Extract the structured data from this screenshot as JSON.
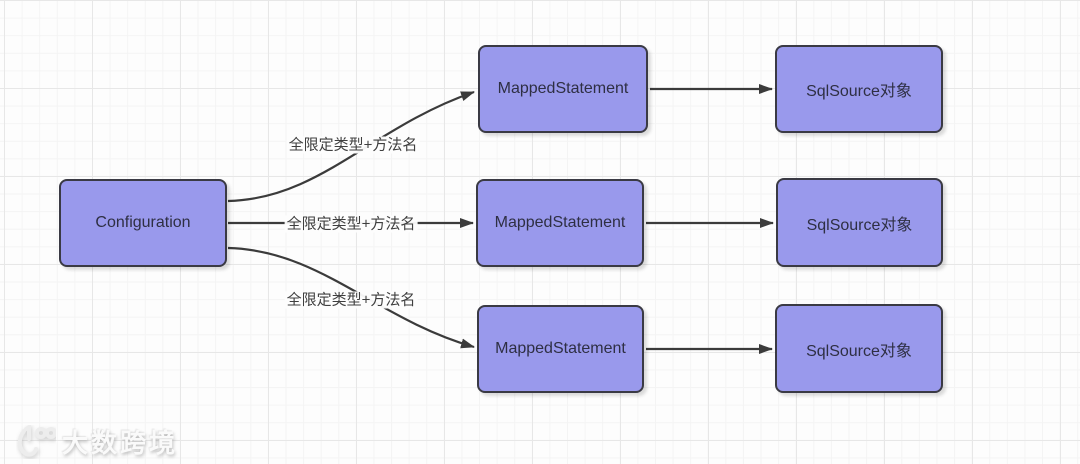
{
  "diagram": {
    "nodes": {
      "configuration": {
        "label": "Configuration"
      },
      "mapped_statement_1": {
        "label": "MappedStatement"
      },
      "mapped_statement_2": {
        "label": "MappedStatement"
      },
      "mapped_statement_3": {
        "label": "MappedStatement"
      },
      "sql_source_1": {
        "label": "SqlSource对象"
      },
      "sql_source_2": {
        "label": "SqlSource对象"
      },
      "sql_source_3": {
        "label": "SqlSource对象"
      }
    },
    "edges": {
      "config_to_ms1_label": "全限定类型+方法名",
      "config_to_ms2_label": "全限定类型+方法名",
      "config_to_ms3_label": "全限定类型+方法名"
    },
    "colors": {
      "node_fill": "#9999ec",
      "node_border": "#3a3a44",
      "node_text": "#2e2f43",
      "arrow": "#3b3b3b",
      "edge_label_text": "#3f3f3f",
      "canvas_background": "#fdfdfd",
      "grid_minor": "#f4f4f4",
      "grid_major": "#e7e7e7"
    }
  },
  "watermark": {
    "text": "大数跨境",
    "logo": "100-swoosh-logo"
  }
}
